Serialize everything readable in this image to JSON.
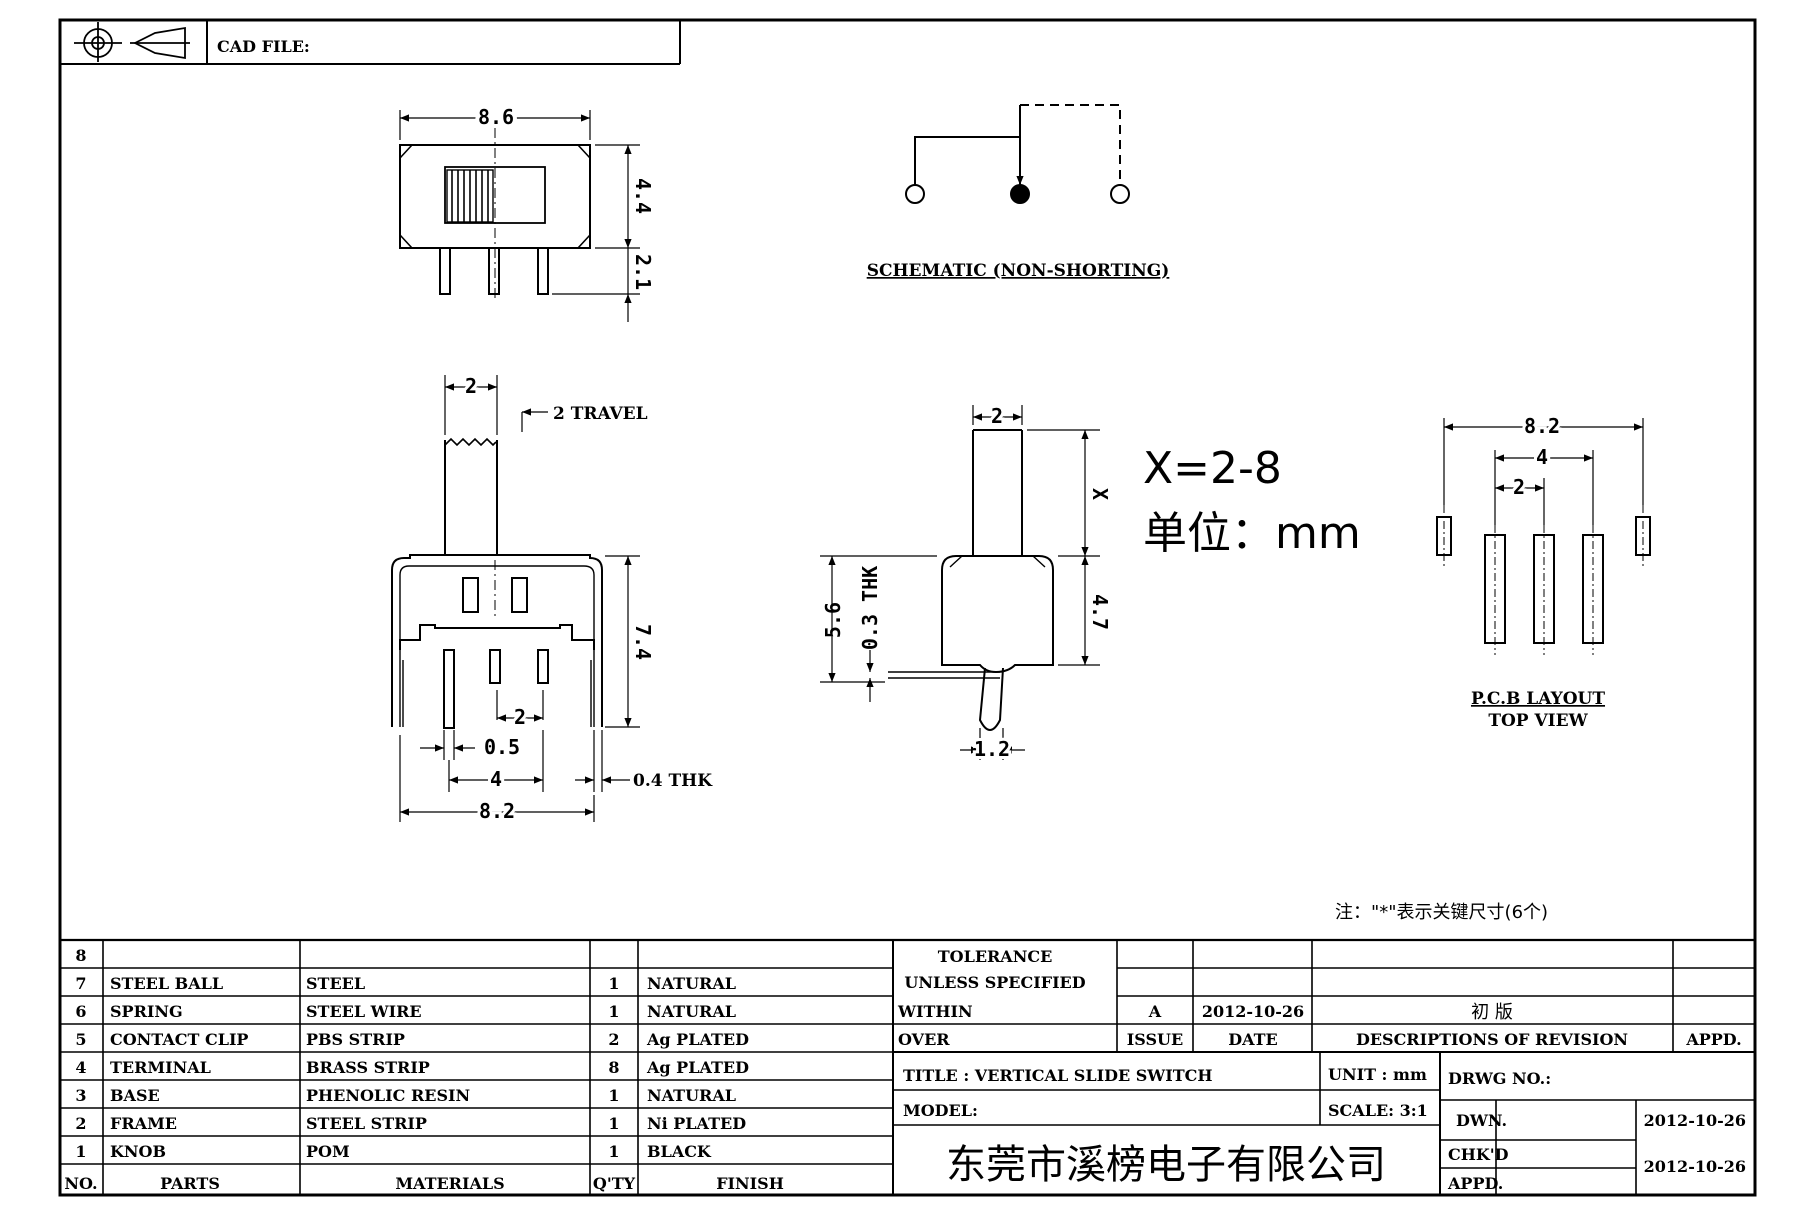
{
  "header": {
    "cad_file_label": "CAD FILE:"
  },
  "front_view": {
    "width": "8.6",
    "height": "4.4",
    "pin_length": "2.1"
  },
  "schematic": {
    "caption": "SCHEMATIC (NON-SHORTING)"
  },
  "side_view": {
    "knob_width": "2",
    "travel": "2 TRAVEL",
    "height": "7.4",
    "pin_pitch": "2",
    "pin_width": "0.5",
    "pin_span": "4",
    "frame_thk": "0.4 THK",
    "overall_width": "8.2"
  },
  "end_view": {
    "knob_width": "2",
    "x_dim": "X",
    "body_height": "4.7",
    "total_height": "5.6",
    "plate_thk": "0.3 THK",
    "pin_width": "1.2"
  },
  "notes": {
    "x_range": "X=2-8",
    "unit": "单位：mm",
    "key_dims": "注：\"*\"表示关键尺寸(6个)"
  },
  "pcb_layout": {
    "overall": "8.2",
    "outer_pitch": "4",
    "pitch": "2",
    "caption": "P.C.B LAYOUT",
    "subcaption": "TOP VIEW"
  },
  "bom": {
    "headers": {
      "no": "NO.",
      "parts": "PARTS",
      "materials": "MATERIALS",
      "qty": "Q'TY",
      "finish": "FINISH"
    },
    "rows": [
      {
        "no": "8",
        "part": "",
        "material": "",
        "qty": "",
        "finish": ""
      },
      {
        "no": "7",
        "part": "STEEL BALL",
        "material": "STEEL",
        "qty": "1",
        "finish": "NATURAL"
      },
      {
        "no": "6",
        "part": "SPRING",
        "material": "STEEL WIRE",
        "qty": "1",
        "finish": "NATURAL"
      },
      {
        "no": "5",
        "part": "CONTACT CLIP",
        "material": "PBS STRIP",
        "qty": "2",
        "finish": "Ag PLATED"
      },
      {
        "no": "4",
        "part": "TERMINAL",
        "material": "BRASS STRIP",
        "qty": "8",
        "finish": "Ag PLATED"
      },
      {
        "no": "3",
        "part": "BASE",
        "material": "PHENOLIC RESIN",
        "qty": "1",
        "finish": "NATURAL"
      },
      {
        "no": "2",
        "part": "FRAME",
        "material": "STEEL STRIP",
        "qty": "1",
        "finish": "Ni PLATED"
      },
      {
        "no": "1",
        "part": "KNOB",
        "material": "POM",
        "qty": "1",
        "finish": "BLACK"
      }
    ]
  },
  "title_block": {
    "tolerance_1": "TOLERANCE",
    "tolerance_2": "UNLESS  SPECIFIED",
    "within": "WITHIN",
    "over": "OVER",
    "rev_issue": "A",
    "rev_date": "2012-10-26",
    "rev_desc": "初  版",
    "issue_label": "ISSUE",
    "date_label": "DATE",
    "desc_label": "DESCRIPTIONS OF REVISION",
    "appd_label": "APPD.",
    "title": "TITLE :  VERTICAL SLIDE SWITCH",
    "unit": "UNIT :  mm",
    "drwg_no": "DRWG NO.:",
    "model": "MODEL:",
    "scale": "SCALE:  3:1",
    "dwn_label": "DWN.",
    "dwn_date": "2012-10-26",
    "company": "东莞市溪榜电子有限公司",
    "chkd_label": "CHK'D",
    "appd_label2": "APPD.",
    "chk_date": "2012-10-26"
  }
}
